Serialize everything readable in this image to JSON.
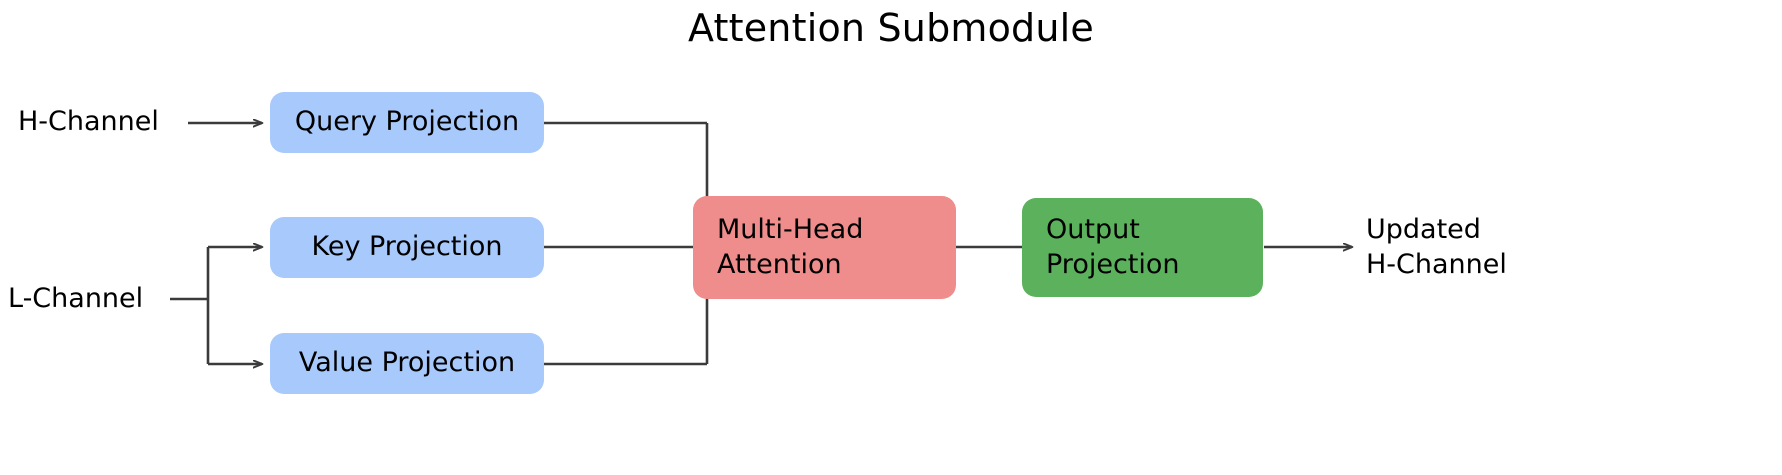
{
  "diagram": {
    "title": "Attention Submodule",
    "background_color": "#ffffff",
    "text_color": "#000000",
    "edge_color": "#3b3b3b"
  },
  "inputs": {
    "h_channel": "H-Channel",
    "l_channel": "L-Channel"
  },
  "outputs": {
    "updated_h_channel": "Updated\nH-Channel"
  },
  "nodes": {
    "query_projection": {
      "label": "Query Projection",
      "color": "#a8c9fb"
    },
    "key_projection": {
      "label": "Key Projection",
      "color": "#a8c9fb"
    },
    "value_projection": {
      "label": "Value Projection",
      "color": "#a8c9fb"
    },
    "multi_head_attention": {
      "label": "Multi-Head\nAttention",
      "color": "#ef8c8c"
    },
    "output_projection": {
      "label": "Output\nProjection",
      "color": "#5cb25c"
    }
  },
  "edges": [
    {
      "from": "H-Channel",
      "to": "Query Projection",
      "arrow": true
    },
    {
      "from": "L-Channel",
      "to": "Key Projection",
      "arrow": true
    },
    {
      "from": "L-Channel",
      "to": "Value Projection",
      "arrow": true
    },
    {
      "from": "Query Projection",
      "to": "Multi-Head Attention",
      "arrow": false
    },
    {
      "from": "Key Projection",
      "to": "Multi-Head Attention",
      "arrow": false
    },
    {
      "from": "Value Projection",
      "to": "Multi-Head Attention",
      "arrow": false
    },
    {
      "from": "Multi-Head Attention",
      "to": "Output Projection",
      "arrow": false
    },
    {
      "from": "Output Projection",
      "to": "Updated H-Channel",
      "arrow": true
    }
  ]
}
